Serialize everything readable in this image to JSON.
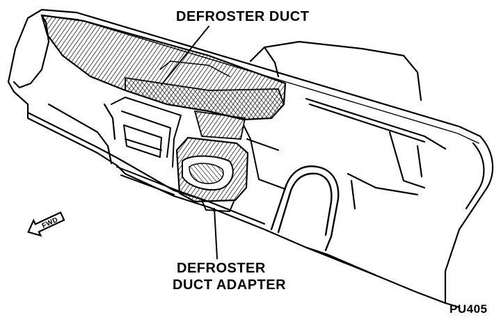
{
  "labels": {
    "defroster_duct": "DEFROSTER DUCT",
    "adapter_line1": "DEFROSTER",
    "adapter_line2": "DUCT ADAPTER",
    "fwd": "FWD",
    "figure_code": "PU405"
  },
  "colors": {
    "ink": "#000000",
    "paper": "#ffffff"
  },
  "icons": [
    "forward-arrow-icon"
  ]
}
